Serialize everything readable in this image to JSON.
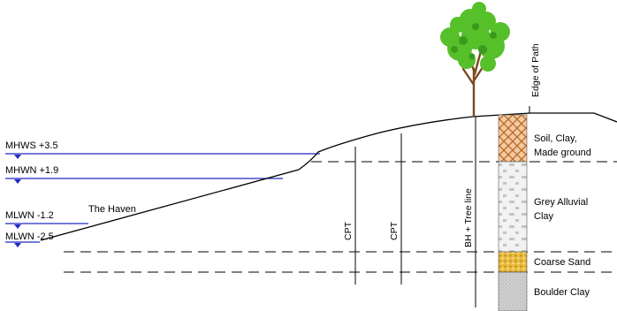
{
  "colors": {
    "water": "#1f2bc4",
    "ground": "#000000",
    "soil_fill": "#f3c9a2",
    "soil_hatch": "#b5651d",
    "clay_fill": "#f0f0f0",
    "clay_dot": "#bdbdbd",
    "sand_fill": "#e6b53a",
    "sand_dot": "#b5851a",
    "boulder_fill": "#cfcfcf",
    "tree_leaf": "#56c02b",
    "tree_leaf_dark": "#3a9a1c",
    "tree_trunk": "#7a4a21"
  },
  "water_levels": [
    {
      "label": "MHWS +3.5"
    },
    {
      "label": "MHWN +1.9"
    },
    {
      "label": "MLWN -1.2"
    },
    {
      "label": "MLWN -2.5"
    }
  ],
  "labels": {
    "haven": "The Haven",
    "cpt_1": "CPT",
    "cpt_2": "CPT",
    "bh_tree": "BH + Tree line",
    "edge_of_path": "Edge of Path"
  },
  "strata": [
    {
      "lines": [
        "Soil, Clay,",
        "Made ground"
      ]
    },
    {
      "lines": [
        "Grey Alluvial",
        "Clay"
      ]
    },
    {
      "lines": [
        "Coarse Sand"
      ]
    },
    {
      "lines": [
        "Boulder Clay"
      ]
    }
  ],
  "icons": {
    "tree": "tree-icon",
    "water_marker": "water-level-triangle-icon"
  }
}
